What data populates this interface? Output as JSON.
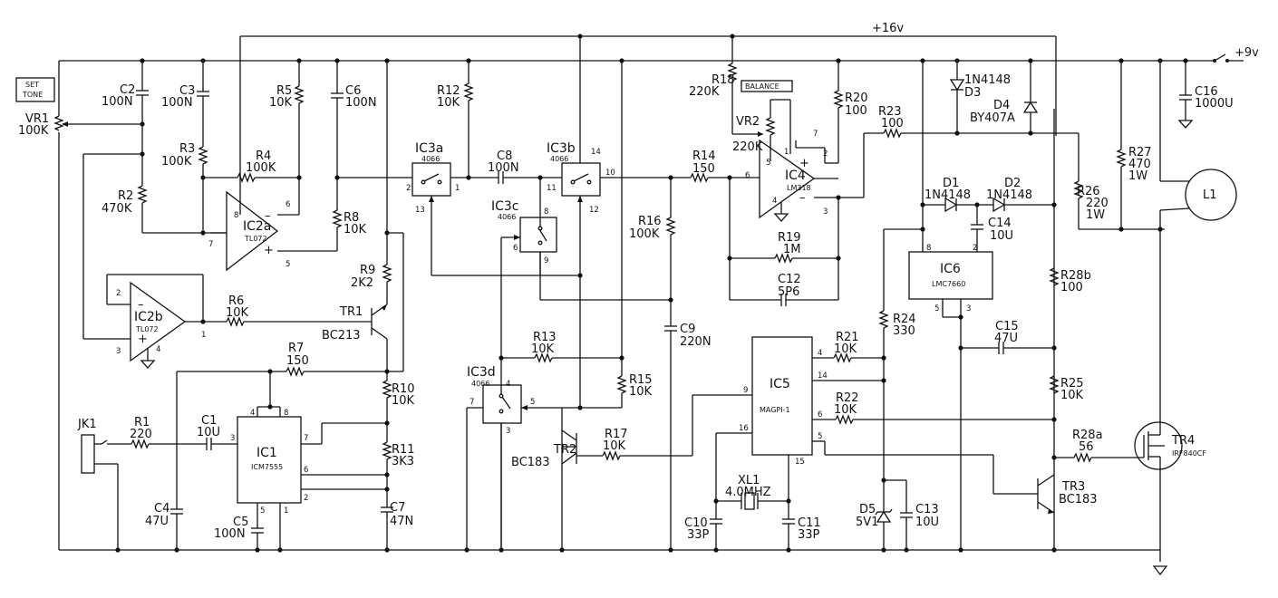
{
  "supply": {
    "main": "+16v",
    "aux": "+9v"
  },
  "buttons": {
    "set_tone": [
      "SET",
      "TONE"
    ],
    "balance": "BALANCE"
  },
  "parts": {
    "VR1": [
      "VR1",
      "100K"
    ],
    "C2": [
      "C2",
      "100N"
    ],
    "C3": [
      "C3",
      "100N"
    ],
    "R5": [
      "R5",
      "10K"
    ],
    "C6": [
      "C6",
      "100N"
    ],
    "R12": [
      "R12",
      "10K"
    ],
    "R18": [
      "R18",
      "220K"
    ],
    "R20": [
      "R20",
      "100"
    ],
    "R23": [
      "R23",
      "100"
    ],
    "D3": [
      "1N4148",
      "D3"
    ],
    "D4": [
      "D4",
      "BY407A"
    ],
    "C16": [
      "C16",
      "1000U"
    ],
    "R3": [
      "R3",
      "100K"
    ],
    "R4": [
      "R4",
      "100K"
    ],
    "R2": [
      "R2",
      "470K"
    ],
    "R8": [
      "R8",
      "10K"
    ],
    "C8": [
      "C8",
      "100N"
    ],
    "R14": [
      "R14",
      "150"
    ],
    "VR2": [
      "VR2",
      "220K"
    ],
    "R27": [
      "R27",
      "470",
      "1W"
    ],
    "R26": [
      "R26",
      "220",
      "1W"
    ],
    "D1": [
      "D1",
      "1N4148"
    ],
    "D2": [
      "D2",
      "1N4148"
    ],
    "C14": [
      "C14",
      "10U"
    ],
    "R16": [
      "R16",
      "100K"
    ],
    "R19": [
      "R19",
      "1M"
    ],
    "C12": [
      "C12",
      "5P6"
    ],
    "R9": [
      "R9",
      "2K2"
    ],
    "R6": [
      "R6",
      "10K"
    ],
    "TR1": [
      "TR1",
      "BC213"
    ],
    "C9": [
      "C9",
      "220N"
    ],
    "R24": [
      "R24",
      "330"
    ],
    "R28b": [
      "R28b",
      "100"
    ],
    "R13": [
      "R13",
      "10K"
    ],
    "R7": [
      "R7",
      "150"
    ],
    "R21": [
      "R21",
      "10K"
    ],
    "C15": [
      "C15",
      "47U"
    ],
    "R15": [
      "R15",
      "10K"
    ],
    "R10": [
      "R10",
      "10K"
    ],
    "R25": [
      "R25",
      "10K"
    ],
    "R22": [
      "R22",
      "10K"
    ],
    "R1": [
      "R1",
      "220"
    ],
    "C1": [
      "C1",
      "10U"
    ],
    "R11": [
      "R11",
      "3K3"
    ],
    "R17": [
      "R17",
      "10K"
    ],
    "TR2": [
      "TR2",
      "BC183"
    ],
    "R28a": [
      "R28a",
      "56"
    ],
    "TR4": [
      "TR4",
      "IRF840CF"
    ],
    "XL1": [
      "XL1",
      "4.0MHZ"
    ],
    "TR3": [
      "TR3",
      "BC183"
    ],
    "C4": [
      "C4",
      "47U"
    ],
    "C7": [
      "C7",
      "47N"
    ],
    "C5": [
      "C5",
      "100N"
    ],
    "C10": [
      "C10",
      "33P"
    ],
    "C11": [
      "C11",
      "33P"
    ],
    "D5": [
      "D5",
      "5V1"
    ],
    "C13": [
      "C13",
      "10U"
    ],
    "JK1": [
      "JK1"
    ],
    "L1": [
      "L1"
    ]
  },
  "chips": {
    "IC1": {
      "name": "IC1",
      "type": "ICM7555"
    },
    "IC2a": {
      "name": "IC2a",
      "type": "TL072"
    },
    "IC2b": {
      "name": "IC2b",
      "type": "TL072"
    },
    "IC3a": {
      "name": "IC3a",
      "type": "4066"
    },
    "IC3b": {
      "name": "IC3b",
      "type": "4066"
    },
    "IC3c": {
      "name": "IC3c",
      "type": "4066"
    },
    "IC3d": {
      "name": "IC3d",
      "type": "4066"
    },
    "IC4": {
      "name": "IC4",
      "type": "LM318"
    },
    "IC5": {
      "name": "IC5",
      "type": "MAGPI-1"
    },
    "IC6": {
      "name": "IC6",
      "type": "LMC7660"
    }
  },
  "pins": {
    "p1": "8",
    "p2": "6",
    "p3": "7",
    "p4": "5",
    "p5": "2",
    "p6": "3",
    "p7": "4",
    "p8": "1",
    "p9": "2",
    "p10": "1",
    "p11": "13",
    "p12": "14",
    "p13": "11",
    "p14": "10",
    "p15": "12",
    "p16": "8",
    "p17": "6",
    "p18": "9",
    "p19": "4",
    "p20": "7",
    "p21": "5",
    "p22": "3",
    "p23": "6",
    "p24": "1",
    "p25": "5",
    "p26": "7",
    "p27": "2",
    "p28": "3",
    "p29": "4",
    "p30": "9",
    "p31": "16",
    "p32": "4",
    "p33": "14",
    "p34": "6",
    "p35": "5",
    "p36": "15",
    "p37": "8",
    "p38": "2",
    "p39": "5",
    "p40": "3",
    "p41": "4",
    "p42": "8",
    "p43": "3",
    "p44": "7",
    "p45": "6",
    "p46": "2",
    "p47": "5",
    "p48": "1"
  }
}
